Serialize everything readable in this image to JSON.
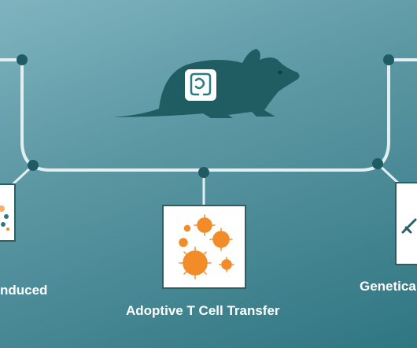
{
  "diagram": {
    "labels": {
      "left": "nduced",
      "center": "Adoptive T Cell Transfer",
      "right": "Genetica"
    },
    "colors": {
      "line": "#e3eef0",
      "node": "#1f5b62",
      "mouse": "#1f5d63",
      "accent": "#f28c28",
      "card_border": "#2a5f66"
    },
    "icons": {
      "mouse": "mouse-silhouette-icon",
      "gut": "intestine-icon",
      "cells": "t-cell-cluster-icon",
      "gene": "gene-tool-icon",
      "chemical": "chemical-induced-icon"
    }
  }
}
